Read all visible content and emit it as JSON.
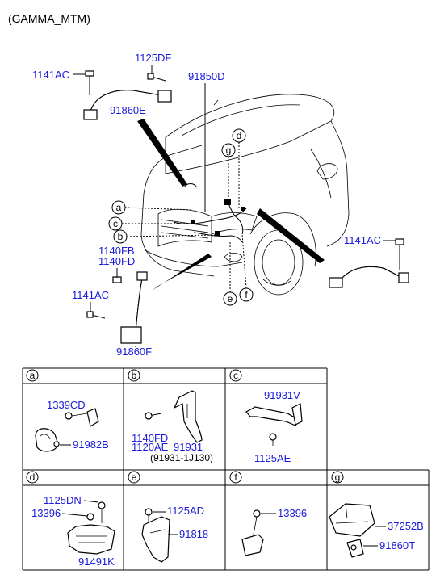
{
  "header": {
    "title": "(GAMMA_MTM)"
  },
  "colors": {
    "label": "#1a1adb",
    "line": "#000000"
  },
  "main_labels": {
    "p1141AC_top": "1141AC",
    "p1125DF": "1125DF",
    "p91860E": "91860E",
    "p91850D": "91850D",
    "p1141AC_right": "1141AC",
    "p1140FB": "1140FB",
    "p1140FD": "1140FD",
    "p1141AC_left": "1141AC",
    "p91860F": "91860F"
  },
  "callouts": [
    "a",
    "b",
    "c",
    "d",
    "e",
    "f",
    "g"
  ],
  "detail_table": {
    "cells": [
      {
        "id": "a",
        "labels": [
          "1339CD",
          "91982B"
        ]
      },
      {
        "id": "b",
        "labels": [
          "1140FD",
          "1120AE",
          "91931",
          "(91931-1J130)"
        ]
      },
      {
        "id": "c",
        "labels": [
          "91931V",
          "1125AE"
        ]
      },
      {
        "id": "d",
        "labels": [
          "1125DN",
          "13396",
          "91491K"
        ]
      },
      {
        "id": "e",
        "labels": [
          "1125AD",
          "91818"
        ]
      },
      {
        "id": "f",
        "labels": [
          "13396"
        ]
      },
      {
        "id": "g",
        "labels": [
          "37252B",
          "91860T"
        ]
      }
    ]
  }
}
